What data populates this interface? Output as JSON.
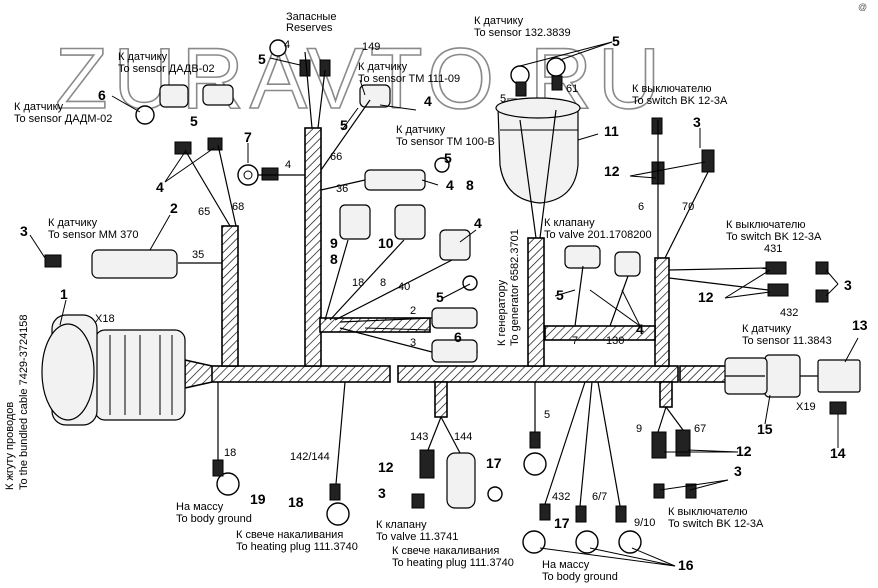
{
  "watermark": "ZURAVTO.RU",
  "corner_mark": "@",
  "callouts": [
    {
      "id": "c1",
      "text": "1"
    },
    {
      "id": "c2",
      "text": "2"
    },
    {
      "id": "c3a",
      "text": "3"
    },
    {
      "id": "c3b",
      "text": "3"
    },
    {
      "id": "c3c",
      "text": "3"
    },
    {
      "id": "c3d",
      "text": "3"
    },
    {
      "id": "c3e",
      "text": "3"
    },
    {
      "id": "c4a",
      "text": "4"
    },
    {
      "id": "c4b",
      "text": "4"
    },
    {
      "id": "c4c",
      "text": "4"
    },
    {
      "id": "c4d",
      "text": "4"
    },
    {
      "id": "c4e",
      "text": "4"
    },
    {
      "id": "c5a",
      "text": "5"
    },
    {
      "id": "c5b",
      "text": "5"
    },
    {
      "id": "c5c",
      "text": "5"
    },
    {
      "id": "c5d",
      "text": "5"
    },
    {
      "id": "c5e",
      "text": "5"
    },
    {
      "id": "c5f",
      "text": "5"
    },
    {
      "id": "c5g",
      "text": "5"
    },
    {
      "id": "c6a",
      "text": "6"
    },
    {
      "id": "c6b",
      "text": "6"
    },
    {
      "id": "c7",
      "text": "7"
    },
    {
      "id": "c8a",
      "text": "8"
    },
    {
      "id": "c8b",
      "text": "8"
    },
    {
      "id": "c9",
      "text": "9"
    },
    {
      "id": "c10",
      "text": "10"
    },
    {
      "id": "c11",
      "text": "11"
    },
    {
      "id": "c12a",
      "text": "12"
    },
    {
      "id": "c12b",
      "text": "12"
    },
    {
      "id": "c12c",
      "text": "12"
    },
    {
      "id": "c12d",
      "text": "12"
    },
    {
      "id": "c13",
      "text": "13"
    },
    {
      "id": "c14",
      "text": "14"
    },
    {
      "id": "c15",
      "text": "15"
    },
    {
      "id": "c16",
      "text": "16"
    },
    {
      "id": "c17a",
      "text": "17"
    },
    {
      "id": "c17b",
      "text": "17"
    },
    {
      "id": "c18",
      "text": "18"
    },
    {
      "id": "c19",
      "text": "19"
    }
  ],
  "labels": {
    "reserves_ru": "Запасные",
    "reserves_en": "Reserves",
    "sensor_132_ru": "К датчику",
    "sensor_132_en": "To sensor 132.3839",
    "sensor_dadv_ru": "К датчику",
    "sensor_dadv_en": "To sensor ДАДВ-02",
    "sensor_tm111_ru": "К датчику",
    "sensor_tm111_en": "To sensor TM 111-09",
    "sensor_dadm_ru": "К датчику",
    "sensor_dadm_en": "To sensor ДАДМ-02",
    "switch_top_ru": "К выключателю",
    "switch_top_en": "To switch BK 12-3A",
    "sensor_tm100_ru": "К датчику",
    "sensor_tm100_en": "To sensor TM 100-B",
    "sensor_mm370_ru": "К датчику",
    "sensor_mm370_en": "To sensor MM 370",
    "valve_201_ru": "К клапану",
    "valve_201_en": "To valve 201.1708200",
    "switch_mid_ru": "К выключателю",
    "switch_mid_en": "To switch BK 12-3A",
    "generator_ru": "К генератору",
    "generator_en": "To generator 6582.3701",
    "sensor_11_ru": "К датчику",
    "sensor_11_en": "To sensor 11.3843",
    "bundled_ru": "К жгуту проводов",
    "bundled_en": "To the bundled cable 7429-3724158",
    "x18": "X18",
    "x19": "X19",
    "switch_bot_ru": "К выключателю",
    "switch_bot_en": "To switch BK 12-3A",
    "ground_left_ru": "На массу",
    "ground_left_en": "To body ground",
    "plug_left_ru": "К свече накаливания",
    "plug_left_en": "To heating plug 111.3740",
    "valve_11_ru": "К клапану",
    "valve_11_en": "To valve 11.3741",
    "plug_mid_ru": "К свече накаливания",
    "plug_mid_en": "To heating plug 111.3740",
    "ground_bot_ru": "На массу",
    "ground_bot_en": "To body ground"
  },
  "wires": {
    "w4a": "4",
    "w149": "149",
    "w5top": "5",
    "w61": "61",
    "w4b": "4",
    "w66": "66",
    "w36": "36",
    "w65": "65",
    "w68": "68",
    "w35": "35",
    "w18a": "18",
    "w8": "8",
    "w40": "40",
    "w2": "2",
    "w3": "3",
    "w6": "6",
    "w70": "70",
    "w431": "431",
    "w432a": "432",
    "w7": "7",
    "w130": "130",
    "w18b": "18",
    "w142": "142/144",
    "w143": "143",
    "w144": "144",
    "w5b": "5",
    "w9": "9",
    "w67": "67",
    "w432b": "432",
    "w67b": "6/7",
    "w910": "9/10"
  }
}
